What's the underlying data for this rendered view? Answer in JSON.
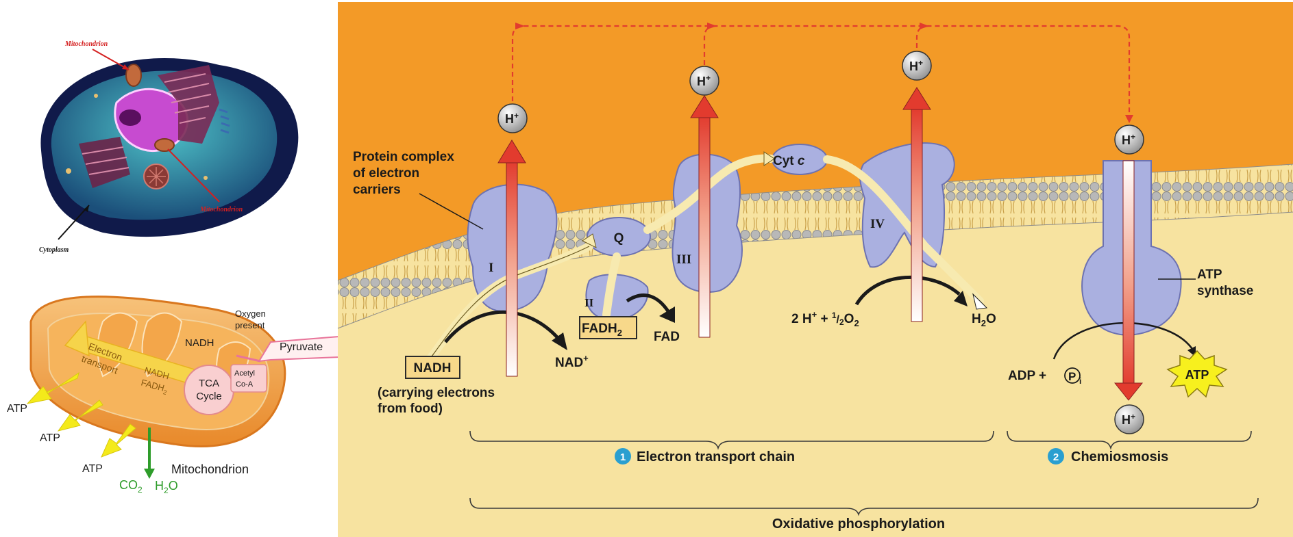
{
  "cell_panel": {
    "labels": {
      "mito_top": "Mitochondrion",
      "mito_right": "Mitochondrion",
      "cytoplasm": "Cytoplasm"
    }
  },
  "mito_panel": {
    "labels": {
      "electron": "Electron",
      "transport": "transport",
      "nadh_top": "NADH",
      "nadh_inner": "NADH",
      "fadh2": "FADH",
      "fadh2_sub": "2",
      "tca1": "TCA",
      "tca2": "Cycle",
      "acetyl1": "Acetyl",
      "acetyl2": "Co-A",
      "oxygen1": "Oxygen",
      "oxygen2": "present",
      "pyruvate": "Pyruvate",
      "atp1": "ATP",
      "atp2": "ATP",
      "atp3": "ATP",
      "co2": "CO",
      "co2_sub": "2",
      "h2o": "H",
      "h2o_sub": "2",
      "h2o_o": "O",
      "mitochondrion": "Mitochondrion"
    }
  },
  "etc_panel": {
    "labels": {
      "protein_complex_1": "Protein complex",
      "protein_complex_2": "of electron",
      "protein_complex_3": "carriers",
      "complex_I": "I",
      "complex_II": "II",
      "complex_III": "III",
      "complex_IV": "IV",
      "q": "Q",
      "cytc": "Cyt ",
      "cytc_c": "c",
      "nadh": "NADH",
      "carrying_1": "(carrying electrons",
      "carrying_2": "from food)",
      "nadplus": "NAD",
      "nadplus_sup": "+",
      "fadh2": "FADH",
      "fadh2_sub": "2",
      "fad": "FAD",
      "o2_eq": "2 H",
      "o2_eq_sup": "+",
      "o2_eq_rest": " + ",
      "o2_half": "1",
      "o2_half2": "2",
      "o2_o": "O",
      "o2_sub": "2",
      "h2o_h": "H",
      "h2o_sub": "2",
      "h2o_o": "O",
      "atp_synthase_1": "ATP",
      "atp_synthase_2": "synthase",
      "adp": "ADP + ",
      "pi": "P",
      "pi_sub": "i",
      "atp": "ATP",
      "hplus": "H",
      "hplus_sup": "+",
      "step1_num": "1",
      "step1": "Electron transport chain",
      "step2_num": "2",
      "step2": "Chemiosmosis",
      "oxphos": "Oxidative phosphorylation"
    },
    "colors": {
      "intermembrane": "#f39a27",
      "matrix": "#f7e3a0",
      "protein": "#aab0e0",
      "proton_arrow": "#e0443a",
      "electron_arrow": "#f7eab0",
      "step_circle": "#2a9fd0"
    }
  }
}
